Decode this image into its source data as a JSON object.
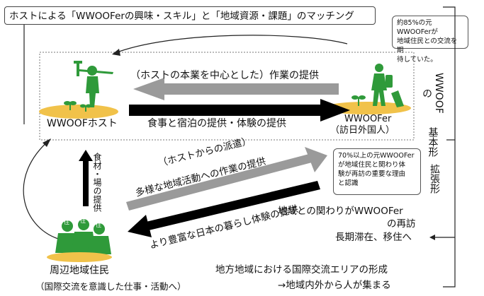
{
  "title_box": "ホストによる「WWOOFerの興味・スキル」と「地域資源・課題」のマッチング",
  "note_top": [
    "約85%の元WWOOFerが",
    "地域住民との交流を期",
    "待していた。"
  ],
  "note_mid": [
    "70%以上の元WWOOFer",
    "が地域住民と関わり体",
    "験が再訪の重要な理由",
    "と認識"
  ],
  "basic": {
    "side_label": [
      "WWOOFの",
      "基本形"
    ],
    "arrow_work": "（ホストの本業を中心とした）作業の提供",
    "arrow_food": "食事と宿泊の提供・体験の提供",
    "host_label": "WWOOFホスト",
    "wwoofer_label": "WWOOFer",
    "wwoofer_sub": "（訪日外国人）"
  },
  "extended": {
    "side_label": "拡張形",
    "vertical_arrow": "食材・場の提供",
    "diag_up_1": "（ホストからの派遣）",
    "diag_up_2": "多様な地域活動への作業の提供",
    "diag_down": "より豊富な日本の暮らし体験の提供",
    "revisit_1": "地域との関わりがWWOOFer",
    "revisit_2": "の再訪",
    "long_stay": "長期滞在、移住へ",
    "residents_label": "周辺地域住民",
    "residents_sub": "（国際交流を意識した仕事・活動へ）",
    "outcome_1": "地方地域における国際交流エリアの形成",
    "outcome_2": "→地域内外から人が集まる",
    "badge": "住"
  },
  "colors": {
    "green": "#2f9a3a",
    "ground": "#f1c24a",
    "arrow_gray": "#9a9a9a",
    "arrow_black": "#000000"
  }
}
